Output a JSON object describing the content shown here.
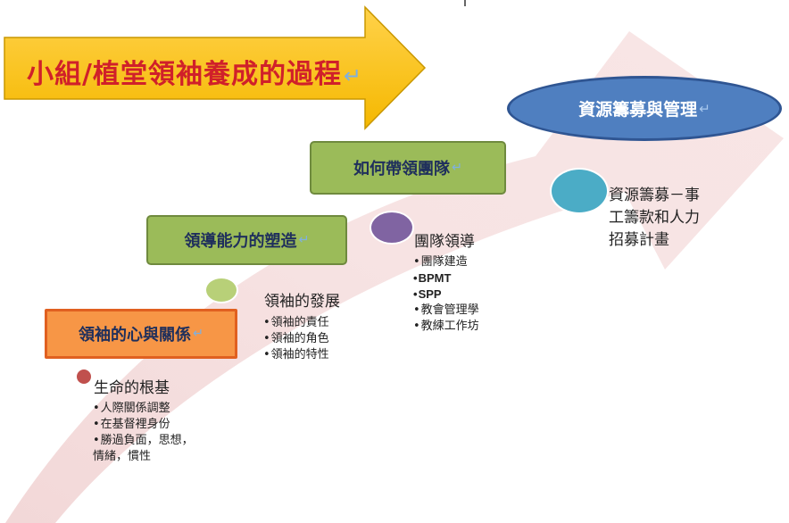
{
  "title": "小組/植堂領袖養成的過程",
  "return_mark": "↵",
  "stages": [
    {
      "box_label": "領袖的心與關係",
      "heading": "生命的根基",
      "dot_color": "#c0504d",
      "items": [
        "人際關係調整",
        "在基督裡身份",
        "勝過負面，思想，\n情緒，慣性"
      ]
    },
    {
      "box_label": "領導能力的塑造",
      "heading": "領袖的發展",
      "dot_color": "#b8d078",
      "items": [
        "領袖的責任",
        "領袖的角色",
        "領袖的特性"
      ]
    },
    {
      "box_label": "如何帶領團隊",
      "heading": "團隊領導",
      "dot_color": "#8064a2",
      "items": [
        "團隊建造",
        "BPMT",
        "SPP",
        "教會管理學",
        "教練工作坊"
      ]
    },
    {
      "box_label": "資源籌募與管理",
      "description": "資源籌募－事\n工籌款和人力\n招募計畫",
      "dot_color": "#4bacc6"
    }
  ],
  "colors": {
    "title_arrow": "#ffc000",
    "title_text": "#d0202a",
    "sweep_arrow": "#f2dcdc",
    "green_box": "#9bbb59",
    "orange_box": "#f79646",
    "ellipse": "#4f7fc0"
  }
}
